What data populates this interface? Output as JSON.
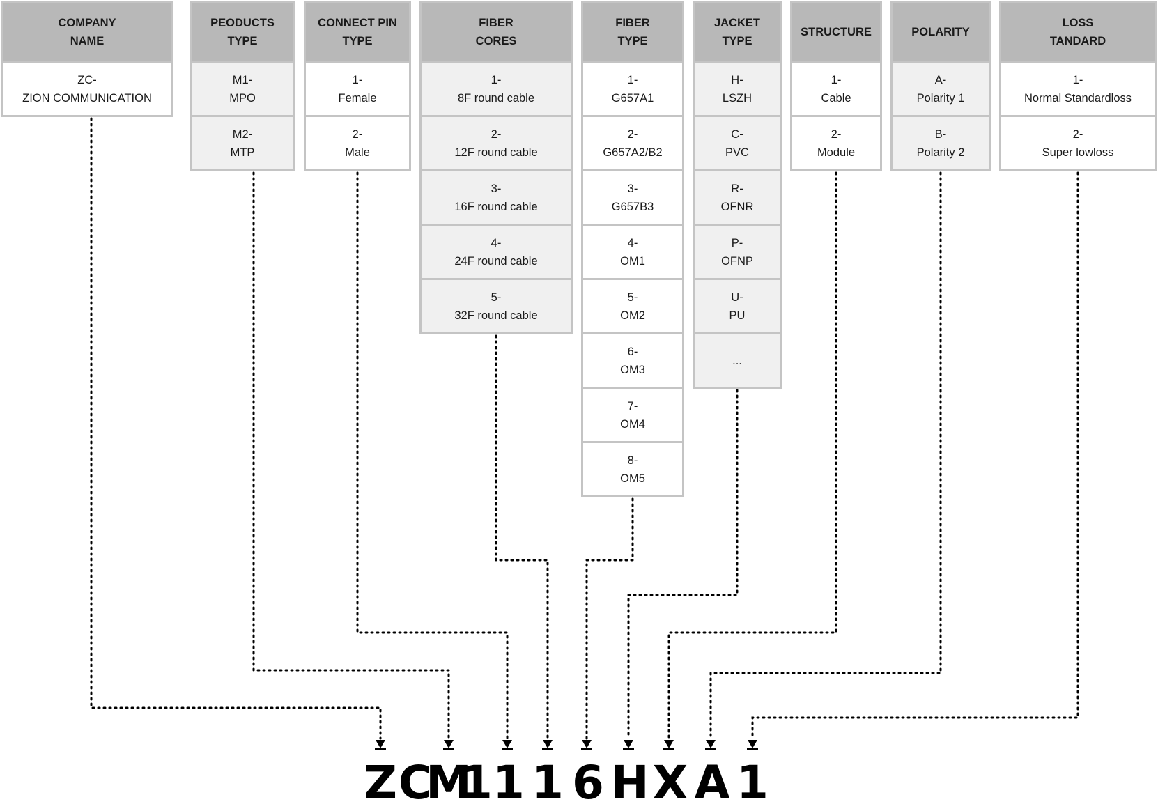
{
  "columns": [
    {
      "key": "company",
      "header": "COMPANY\nNAME",
      "shade": "white",
      "options": [
        "ZC-\nZION COMMUNICATION"
      ]
    },
    {
      "key": "product",
      "header": "PEODUCTS\nTYPE",
      "shade": "gray",
      "options": [
        "M1-\nMPO",
        "M2-\nMTP"
      ]
    },
    {
      "key": "pin",
      "header": "CONNECT PIN\nTYPE",
      "shade": "white",
      "options": [
        "1-\nFemale",
        "2-\nMale"
      ]
    },
    {
      "key": "cores",
      "header": "FIBER\nCORES",
      "shade": "gray",
      "options": [
        "1-\n8F round cable",
        "2-\n12F round cable",
        "3-\n16F round cable",
        "4-\n24F round cable",
        "5-\n32F round cable"
      ]
    },
    {
      "key": "fiber",
      "header": "FIBER\nTYPE",
      "shade": "white",
      "options": [
        "1-\nG657A1",
        "2-\nG657A2/B2",
        "3-\nG657B3",
        "4-\nOM1",
        "5-\nOM2",
        "6-\nOM3",
        "7-\nOM4",
        "8-\nOM5"
      ]
    },
    {
      "key": "jacket",
      "header": "JACKET\nTYPE",
      "shade": "gray",
      "options": [
        "H-\nLSZH",
        "C-\nPVC",
        "R-\nOFNR",
        "P-\nOFNP",
        "U-\nPU",
        "..."
      ]
    },
    {
      "key": "structure",
      "header": "STRUCTURE",
      "shade": "white",
      "options": [
        "1-\nCable",
        "2-\nModule"
      ]
    },
    {
      "key": "polarity",
      "header": "POLARITY",
      "shade": "gray",
      "options": [
        "A-\nPolarity 1",
        "B-\nPolarity 2"
      ]
    },
    {
      "key": "loss",
      "header": "LOSS\nTANDARD",
      "shade": "white",
      "options": [
        "1-\nNormal Standardloss",
        "2-\nSuper lowloss"
      ]
    }
  ],
  "code_chars": [
    "Z",
    "C",
    "M",
    "1",
    "1",
    "1",
    "6",
    "H",
    "X",
    "A",
    "1"
  ],
  "colors": {
    "header_bg": "#b8b8b8",
    "border": "#c4c4c4",
    "cell_gray": "#f0f0f0",
    "cell_white": "#ffffff",
    "connector": "#000000"
  }
}
